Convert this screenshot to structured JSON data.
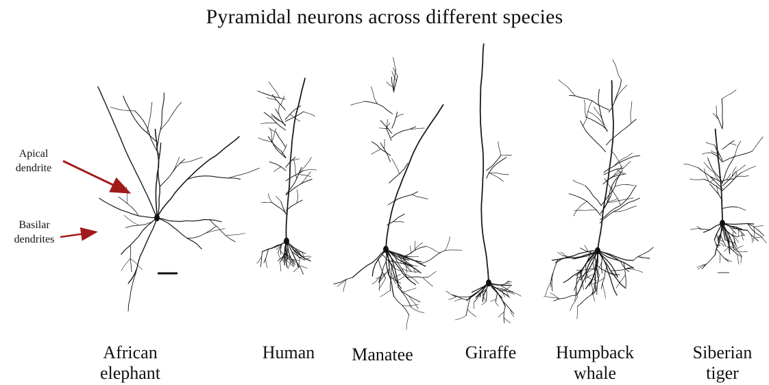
{
  "title": "Pyramidal neurons across different species",
  "annotations": {
    "apical": [
      "Apical",
      "dendrite"
    ],
    "basilar": [
      "Basilar",
      "dendrites"
    ]
  },
  "species": [
    {
      "id": "african-elephant",
      "lines": [
        "African",
        "elephant"
      ]
    },
    {
      "id": "human",
      "lines": [
        "Human"
      ]
    },
    {
      "id": "manatee",
      "lines": [
        "Manatee"
      ]
    },
    {
      "id": "giraffe",
      "lines": [
        "Giraffe"
      ]
    },
    {
      "id": "humpback-whale",
      "lines": [
        "Humpback",
        "whale"
      ]
    },
    {
      "id": "siberian-tiger",
      "lines": [
        "Siberian",
        "tiger"
      ]
    }
  ],
  "colors": {
    "arrow": "#a11a1a",
    "neuron": "#1a1a1a"
  }
}
